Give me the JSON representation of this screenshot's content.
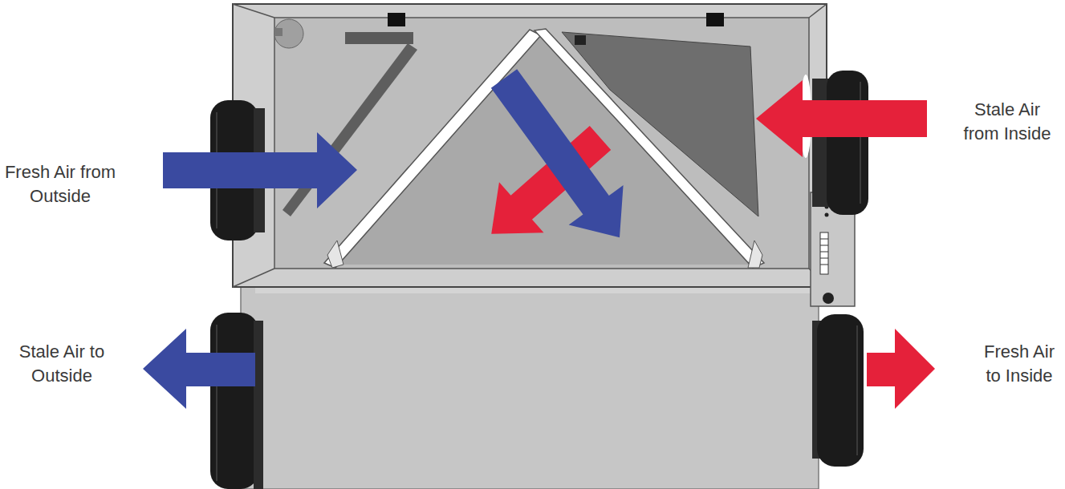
{
  "diagram": {
    "labels": [
      "Fresh Air from Outside",
      "Stale Air from Inside",
      "Stale Air to Outside",
      "Fresh Air to Inside"
    ]
  }
}
